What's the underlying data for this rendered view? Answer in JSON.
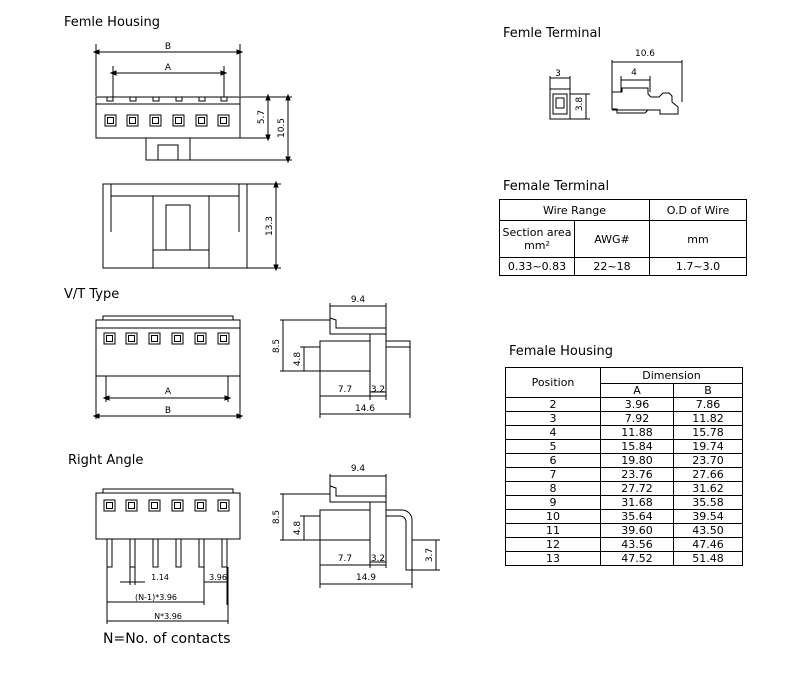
{
  "titles": {
    "femle_housing": "Femle Housing",
    "femle_terminal": "Femle Terminal",
    "female_terminal": "Female Terminal",
    "vt_type": "V/T Type",
    "right_angle": "Right Angle",
    "female_housing": "Female Housing",
    "footnote": "N=No. of contacts"
  },
  "dims": {
    "B": "B",
    "A": "A",
    "d57": "5.7",
    "d105": "10.5",
    "d133": "13.3",
    "t106": "10.6",
    "t3": "3",
    "t4": "4",
    "t38": "3.8",
    "vt94": "9.4",
    "vt85": "8.5",
    "vt48": "4.8",
    "vt77": "7.7",
    "vt32": "3.2",
    "vt146": "14.6",
    "ra94": "9.4",
    "ra85": "8.5",
    "ra48": "4.8",
    "ra77": "7.7",
    "ra32": "3.2",
    "ra37": "3.7",
    "ra149": "14.9",
    "p114": "1.14",
    "p396": "3.96",
    "pn1": "(N-1)*3.96",
    "pn": "N*3.96"
  },
  "terminal_table": {
    "h_wire_range": "Wire Range",
    "h_od": "O.D of Wire",
    "h_section_1": "Section area",
    "h_section_2": "mm²",
    "h_awg": "AWG#",
    "h_mm": "mm",
    "row": [
      "0.33~0.83",
      "22~18",
      "1.7~3.0"
    ]
  },
  "housing_table": {
    "h_position": "Position",
    "h_dimension": "Dimension",
    "h_a": "A",
    "h_b": "B",
    "rows": [
      [
        "2",
        "3.96",
        "7.86"
      ],
      [
        "3",
        "7.92",
        "11.82"
      ],
      [
        "4",
        "11.88",
        "15.78"
      ],
      [
        "5",
        "15.84",
        "19.74"
      ],
      [
        "6",
        "19.80",
        "23.70"
      ],
      [
        "7",
        "23.76",
        "27.66"
      ],
      [
        "8",
        "27.72",
        "31.62"
      ],
      [
        "9",
        "31.68",
        "35.58"
      ],
      [
        "10",
        "35.64",
        "39.54"
      ],
      [
        "11",
        "39.60",
        "43.50"
      ],
      [
        "12",
        "43.56",
        "47.46"
      ],
      [
        "13",
        "47.52",
        "51.48"
      ]
    ]
  }
}
